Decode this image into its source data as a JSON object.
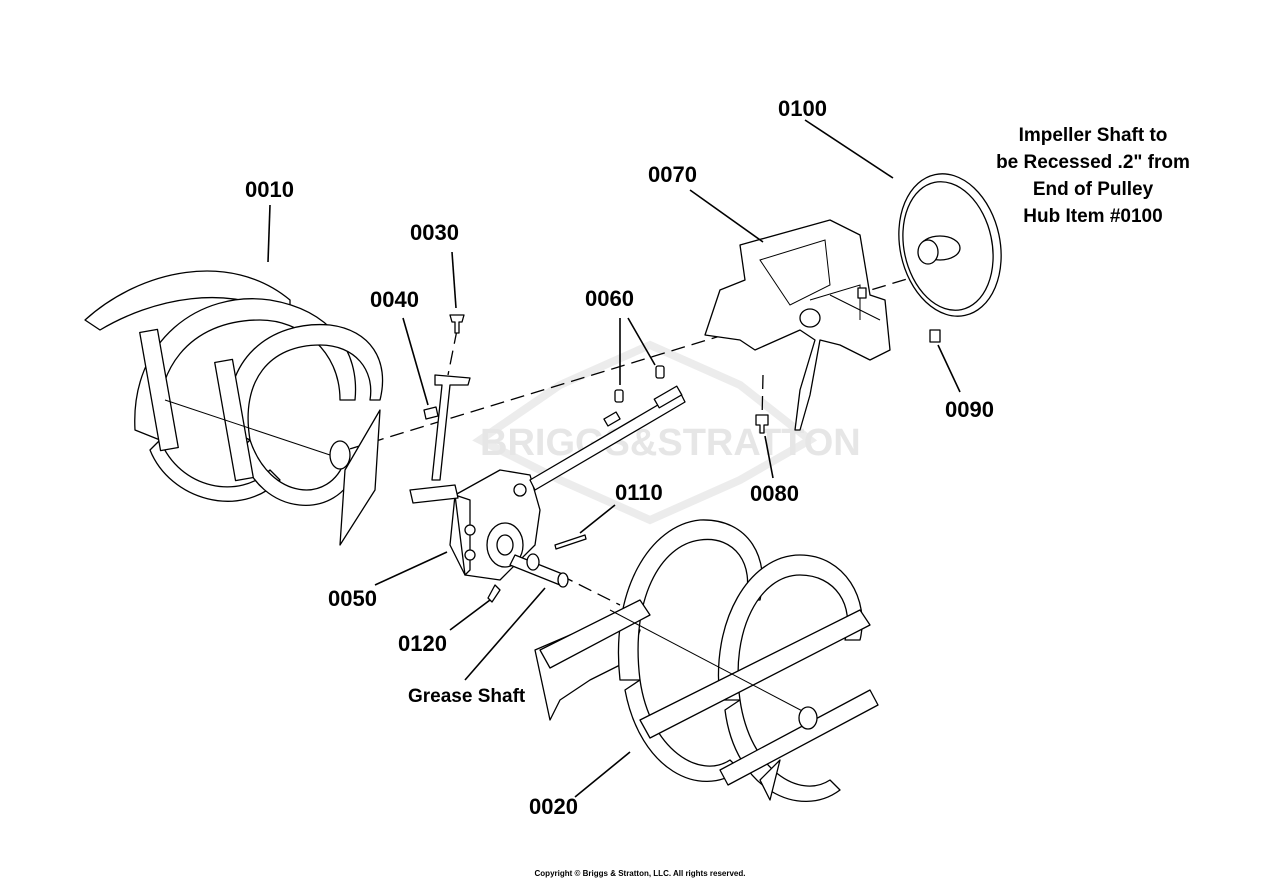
{
  "watermark": "BRIGGS&STRATTON",
  "labels": {
    "p0010": "0010",
    "p0020": "0020",
    "p0030": "0030",
    "p0040": "0040",
    "p0050": "0050",
    "p0060": "0060",
    "p0070": "0070",
    "p0080": "0080",
    "p0090": "0090",
    "p0100": "0100",
    "p0110": "0110",
    "p0120": "0120",
    "grease": "Grease Shaft"
  },
  "note": {
    "line1": "Impeller Shaft to",
    "line2": "be Recessed .2\" from",
    "line3": "End of Pulley",
    "line4": "Hub Item #0100"
  },
  "copyright": "Copyright © Briggs & Stratton, LLC. All rights reserved."
}
